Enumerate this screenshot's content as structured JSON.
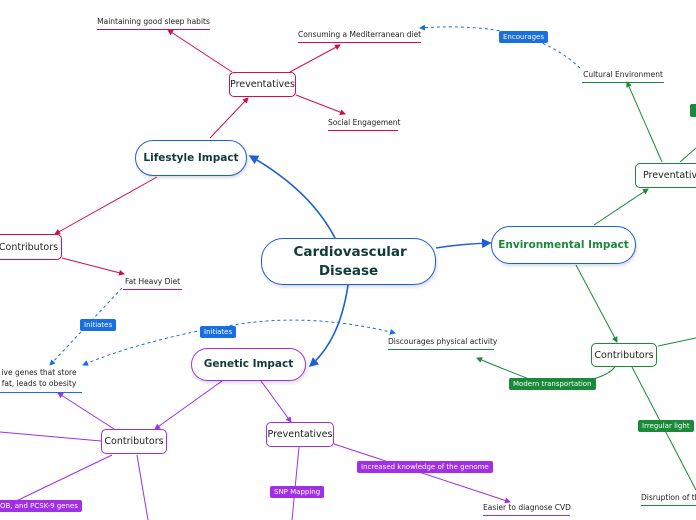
{
  "central": {
    "title": "Cardiovascular Disease"
  },
  "lifestyle": {
    "title": "Lifestyle Impact",
    "preventatives": {
      "label": "Preventatives",
      "items": [
        "Maintaining good sleep habits",
        "Consuming a Mediterranean diet",
        "Social Engagement"
      ]
    },
    "contributors": {
      "label": "Contributors",
      "items": [
        "Fat Heavy Diet"
      ]
    }
  },
  "genetic": {
    "title": "Genetic Impact",
    "contributors": {
      "label": "Contributors",
      "items": [
        "ive genes that store fat, leads to obesity"
      ],
      "link_labels": [
        "OB, and PCSK-9 genes"
      ]
    },
    "preventatives": {
      "label": "Preventatives",
      "link_labels": [
        "SNP Mapping",
        "Increased knowledge of the genome"
      ],
      "items": [
        "Easier to diagnose CVD"
      ]
    }
  },
  "environmental": {
    "title": "Environmental Impact",
    "preventative": {
      "label": "Preventative",
      "items": [
        "Cultural Environment"
      ]
    },
    "contributors": {
      "label": "Contributors",
      "link_labels": [
        "Modern transportation",
        "Irregular light"
      ],
      "items": [
        "Discourages physical activity",
        "Disruption of th"
      ]
    }
  },
  "relations": [
    "Initiates",
    "Initiates",
    "Encourages"
  ],
  "colors": {
    "lifestyle": "#d0104c",
    "genetic": "#a030e8",
    "environmental": "#1a8a3a",
    "relation": "#1a6fe0"
  }
}
